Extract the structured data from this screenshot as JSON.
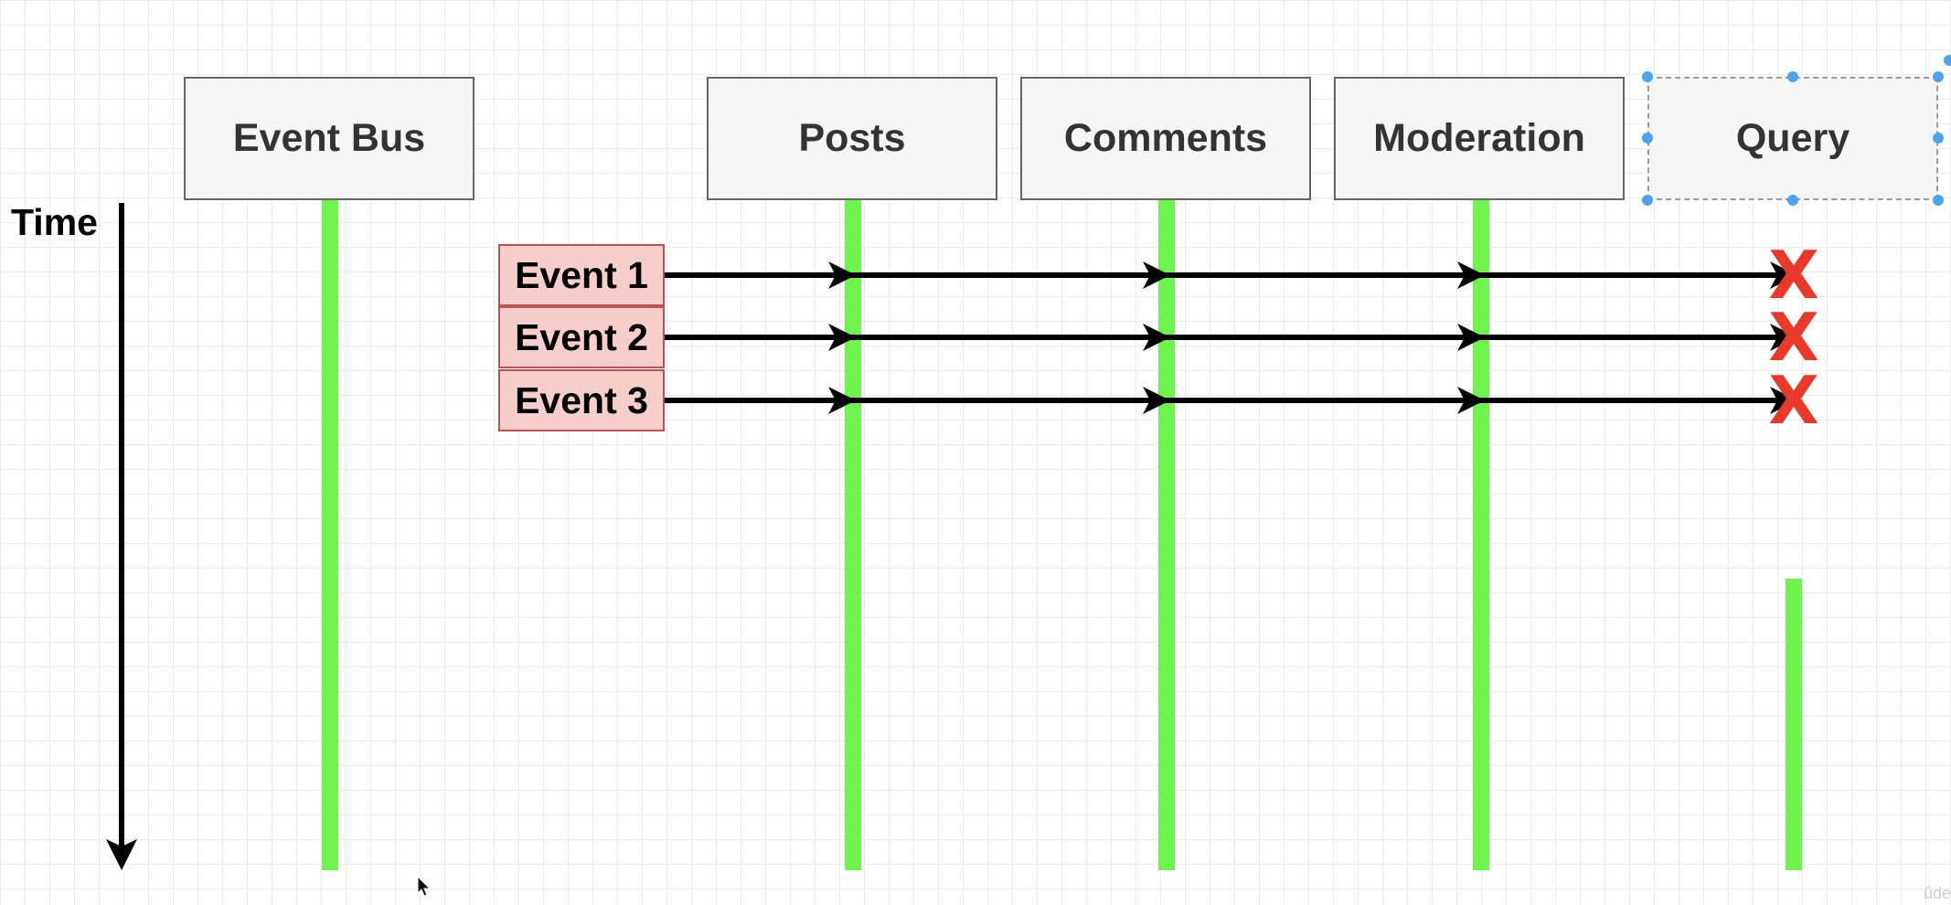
{
  "time_label": "Time",
  "services": [
    {
      "id": "event-bus",
      "label": "Event Bus"
    },
    {
      "id": "posts",
      "label": "Posts"
    },
    {
      "id": "comments",
      "label": "Comments"
    },
    {
      "id": "moderation",
      "label": "Moderation"
    },
    {
      "id": "query",
      "label": "Query"
    }
  ],
  "events": [
    {
      "label": "Event 1",
      "delivered_to_query": false
    },
    {
      "label": "Event 2",
      "delivered_to_query": false
    },
    {
      "label": "Event 3",
      "delivered_to_query": false
    }
  ],
  "x_mark_glyph": "X",
  "watermark": "ûde",
  "colors": {
    "lifeline": "#6ef34f",
    "event_fill": "#f8cecc",
    "event_border": "#b85450",
    "failure_mark": "#e8392a",
    "selection_handle": "#4da3ee"
  }
}
